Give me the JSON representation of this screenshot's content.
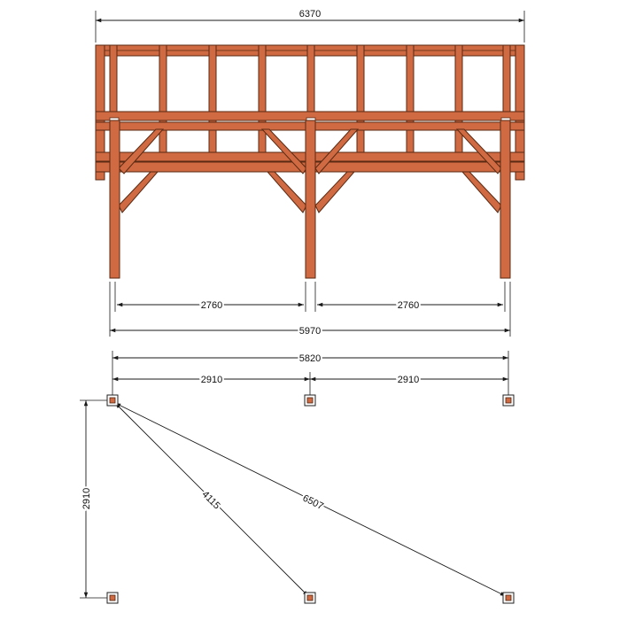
{
  "colors": {
    "timber": "#cf6a43",
    "timber_dark": "#b9532f",
    "outline": "#5a2a12",
    "line": "#1a1a1a",
    "background": "#ffffff"
  },
  "elevation": {
    "overall_width_label": "6370",
    "left_span_label": "2760",
    "right_span_label": "2760",
    "post_outer_label": "5970"
  },
  "plan": {
    "overall_label": "5820",
    "left_span_label": "2910",
    "right_span_label": "2910",
    "depth_label": "2910",
    "diagonal_short_label": "4115",
    "diagonal_long_label": "6507"
  }
}
